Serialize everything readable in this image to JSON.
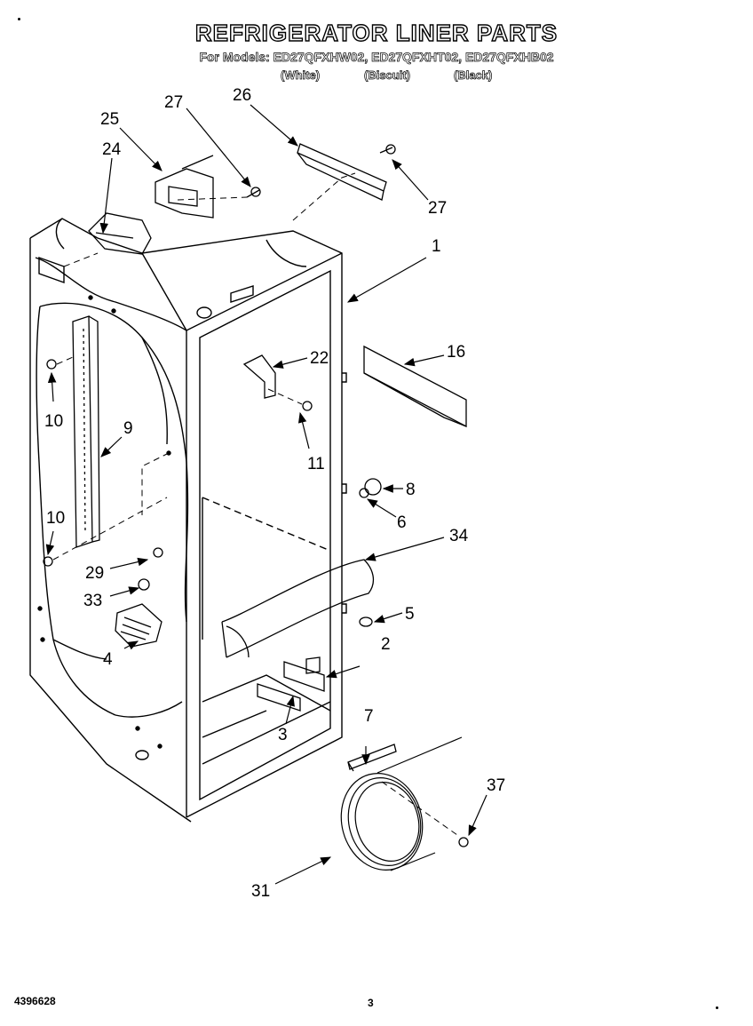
{
  "header": {
    "title": "REFRIGERATOR LINER PARTS",
    "models_line": "For Models: ED27QFXHW02, ED27QFXHT02, ED27QFXHB02",
    "variants": [
      "(White)",
      "(Biscuit)",
      "(Black)"
    ]
  },
  "callouts": [
    "1",
    "2",
    "3",
    "4",
    "5",
    "6",
    "7",
    "8",
    "9",
    "10",
    "10",
    "11",
    "16",
    "22",
    "24",
    "25",
    "26",
    "27",
    "27",
    "29",
    "31",
    "33",
    "34",
    "37"
  ],
  "footer": {
    "doc_number": "4396628",
    "page_number": "3"
  }
}
